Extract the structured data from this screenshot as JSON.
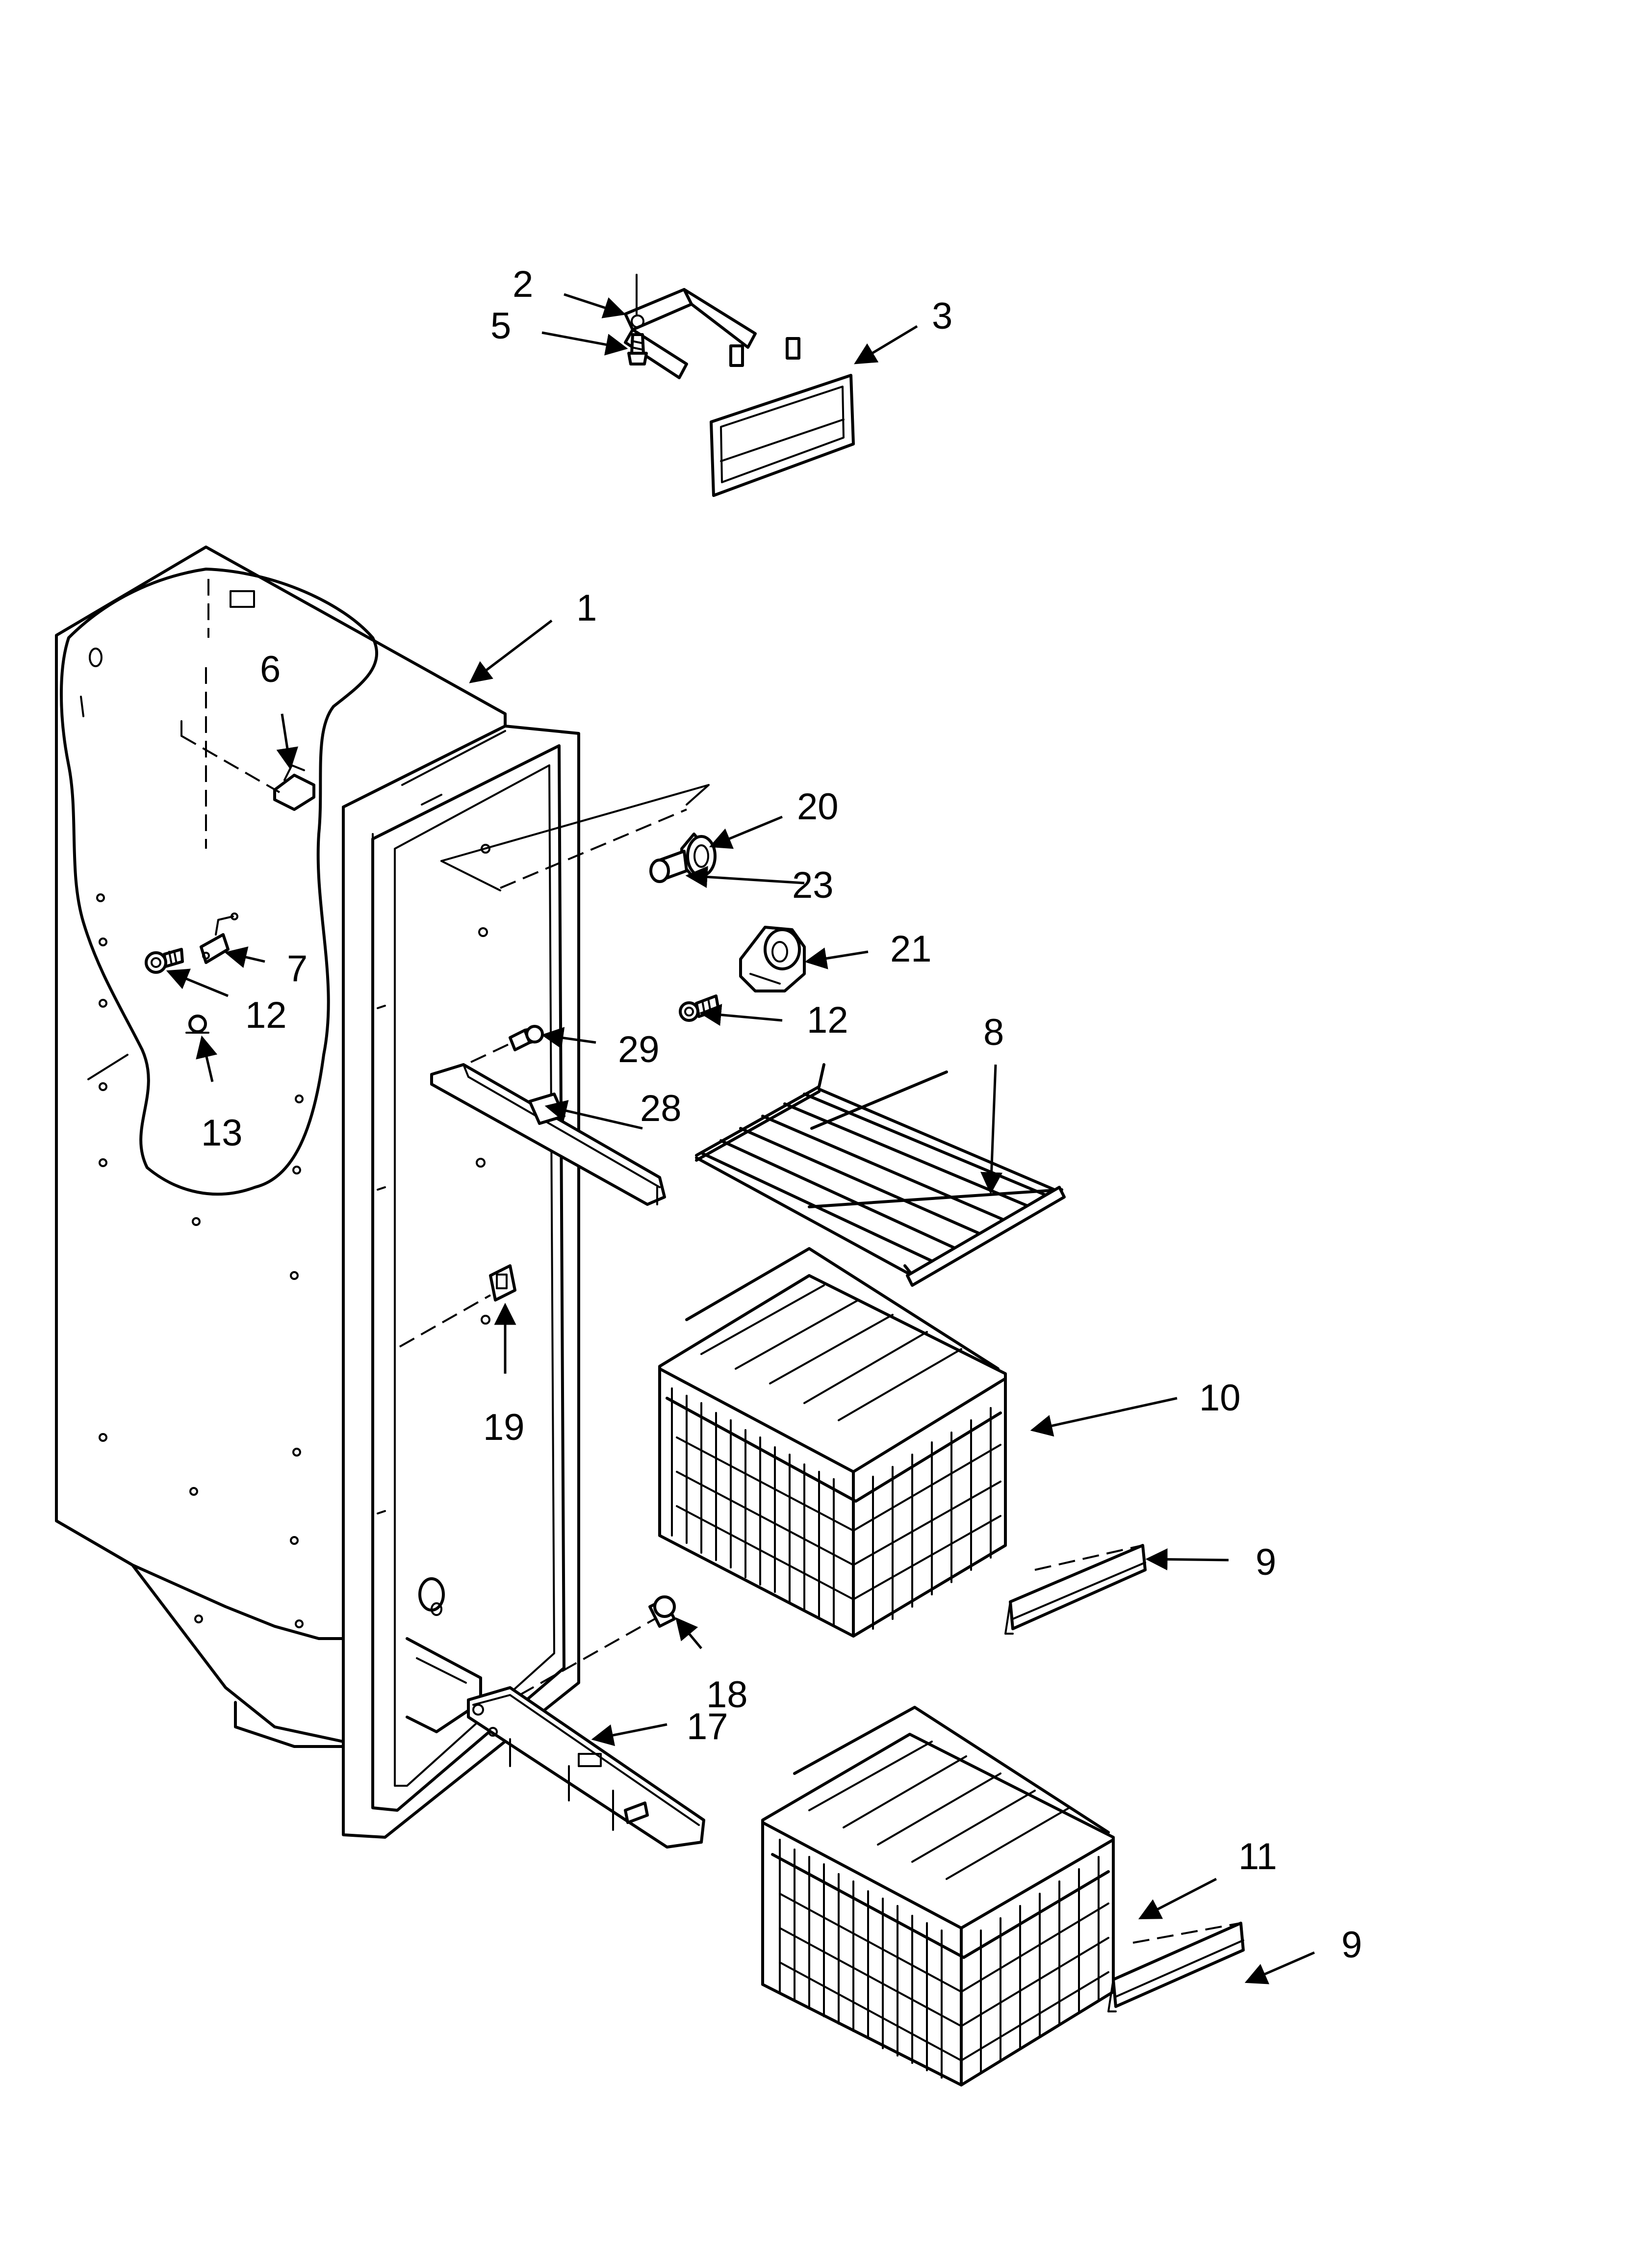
{
  "callouts": {
    "c1": "1",
    "c2": "2",
    "c3": "3",
    "c5": "5",
    "c6": "6",
    "c7": "7",
    "c8": "8",
    "c9a": "9",
    "c9b": "9",
    "c10": "10",
    "c11": "11",
    "c12a": "12",
    "c12b": "12",
    "c13": "13",
    "c17": "17",
    "c18": "18",
    "c19": "19",
    "c20": "20",
    "c21": "21",
    "c23": "23",
    "c28": "28",
    "c29": "29"
  }
}
